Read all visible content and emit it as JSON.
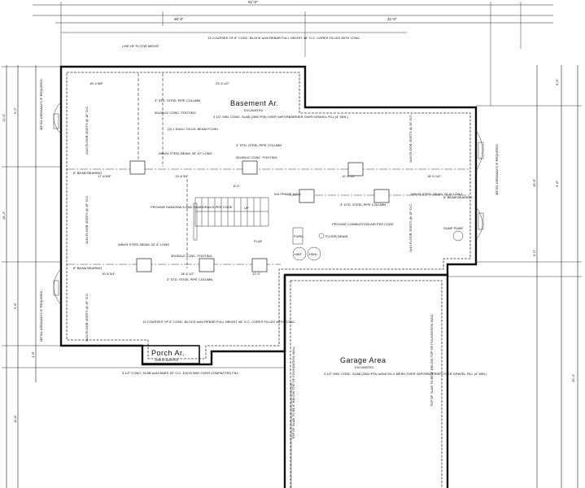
{
  "rooms": {
    "basement": {
      "title": "Basement Ar.",
      "sub": "EXCAVATED",
      "note": "3 1/2\" MIN. CONC. SLAB (2500 PSI) OVER VAPORBARRIER OVER GRAVEL FILL (4\" MIN.)"
    },
    "garage": {
      "title": "Garage Area",
      "sub": "EXCAVATED",
      "note": "3 1/2\" MIN. CONC. SLAB (2500 PSI) w/6x6 W1.4 MESH OVER VAPORBARRIER OVER GRAVEL FILL (4\" MIN.)"
    },
    "porch": {
      "title": "Porch Ar.",
      "sub": "UNEXCAVATED",
      "note": "3 1/2\" CONC. SLAB w/#3 BARS 16\" O.C. EACH WAY OVER COMPACTED FILL"
    }
  },
  "dimensions": {
    "overall_top": "51'-0\"",
    "top_left": "30'-0\"",
    "top_right": "21'-0\"",
    "left_side": [
      "12'-0\"",
      "16'-4\"",
      "9'-2\"",
      "5'-8\"",
      "4'-8\"",
      "11'-8\""
    ],
    "right_side": [
      "6'-0\"",
      "15'-8\"",
      "9'-8\"",
      "6'-0\"",
      "26'-4\""
    ],
    "interior": [
      "18'-4 5/8\"",
      "23'-8 1/2\"",
      "17'-8 5/8\"",
      "13'-8 3/4\"",
      "12'-8 1/2\"",
      "16'-5 1/4\"",
      "10'-8 3/4\"",
      "18'-8 1/2\"",
      "6'-0\"",
      "12'-0\""
    ]
  },
  "notes": {
    "line_of_floor": "LINE OF FLOOR ABOVE",
    "block_top": "13 COURSES OF 8\" CONC. BLOCK w/#4 REBAR FULL HEIGHT 48\" O.C. CORES FILLED WITH CONC.",
    "block_bottom": "13 COURSES OF 8\" CONC. BLOCK w/#4 REBAR FULL HEIGHT 48\" O.C. CORES FILLED WITH CONC.",
    "pipe_col_1": "3\" STD. STEEL PIPE COLUMN",
    "footing_1": "30x30x12 CONC. FOOTING",
    "lvl_beam": "(3) 1 3/4x11 7/8 LVL BEAM FLUSH",
    "steel_beam_1": "W8x24 STEEL BEAM, 35'-10\" LONG",
    "pipe_col_2": "3\" STD. STEEL PIPE COLUMN",
    "footing_2": "30x30x12 CONC. FOOTING",
    "joists_1": "2x10 FLOOR JOISTS @ 16\" O.C.",
    "joists_2": "2x10 FLOOR JOISTS @ 16\" O.C.",
    "joists_3": "2x10 FLOOR JOISTS @ 16\" O.C.",
    "joists_4": "2x10 FLOOR JOISTS @ 16\" O.C.",
    "joists_5": "2x10 FLOOR JOISTS @ 16\" O.C.",
    "beam_bearing_1": "8\" BEAM BEARING",
    "beam_bearing_2": "8\" BEAM BEARING",
    "beam_bearing_3": "8\" BEAM BEARING",
    "handrail": "PROVIDE HANDRAILS AND GUARDRAILS PER CODE",
    "frame_wall": "2x4 FRAME WALL",
    "steel_beam_2": "W8x24 STEEL BEAM, 20'-8\" LONG",
    "pipe_col_3": "3\" STD. STEEL PIPE COLUMN",
    "combustion": "PROVIDE COMBUSTION AIR PER CODE",
    "floor_drain": "FLOOR DRAIN",
    "sump": "SUMP PUMP",
    "steel_beam_3": "W8x24 STEEL BEAM, 32'-4\" LONG",
    "footing_3": "30x30x12 CONC. FOOTING",
    "pipe_col_4": "3\" STD. STEEL PIPE COLUMN",
    "flue": "FLUE",
    "egress": "METAL AREAWAYS IF REQUIRED",
    "egress_2": "METAL AREAWAYS IF REQUIRED",
    "egress_3": "METAL AREAWAYS IF REQUIRED",
    "slab_note": "TOP OF SLAB TO BE 8\" BELOW TOP OF FOUNDATION WALL",
    "up": "UP",
    "hwt": "HWT",
    "furn": "FURN.",
    "hwh": "HWH"
  }
}
